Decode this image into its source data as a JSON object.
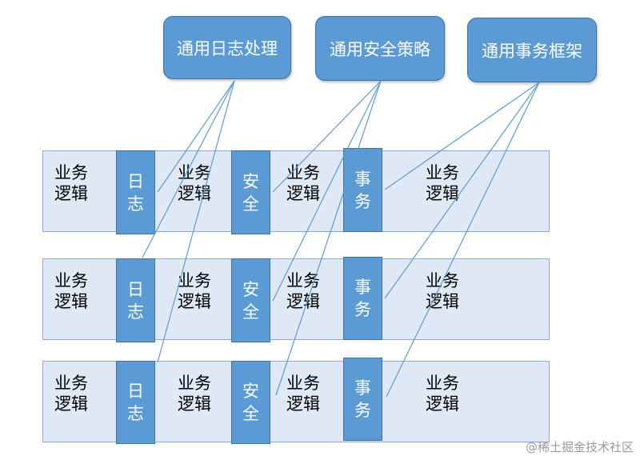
{
  "aspects": [
    {
      "id": "log",
      "label": "通用日志处理"
    },
    {
      "id": "security",
      "label": "通用安全策略"
    },
    {
      "id": "transaction",
      "label": "通用事务框架"
    }
  ],
  "layers": [
    {
      "biz_labels": [
        "业务\n逻辑",
        "业务\n逻辑",
        "业务\n逻辑",
        "业务\n逻辑"
      ],
      "cuts": [
        "日\n志",
        "安\n全",
        "事\n务"
      ]
    },
    {
      "biz_labels": [
        "业务\n逻辑",
        "业务\n逻辑",
        "业务\n逻辑",
        "业务\n逻辑"
      ],
      "cuts": [
        "日\n志",
        "安\n全",
        "事\n务"
      ]
    },
    {
      "biz_labels": [
        "业务\n逻辑",
        "业务\n逻辑",
        "业务\n逻辑",
        "业务\n逻辑"
      ],
      "cuts": [
        "日\n志",
        "安\n全",
        "事\n务"
      ]
    }
  ],
  "line_color": "#5b9bd5",
  "watermark": "@稀土掘金技术社区"
}
